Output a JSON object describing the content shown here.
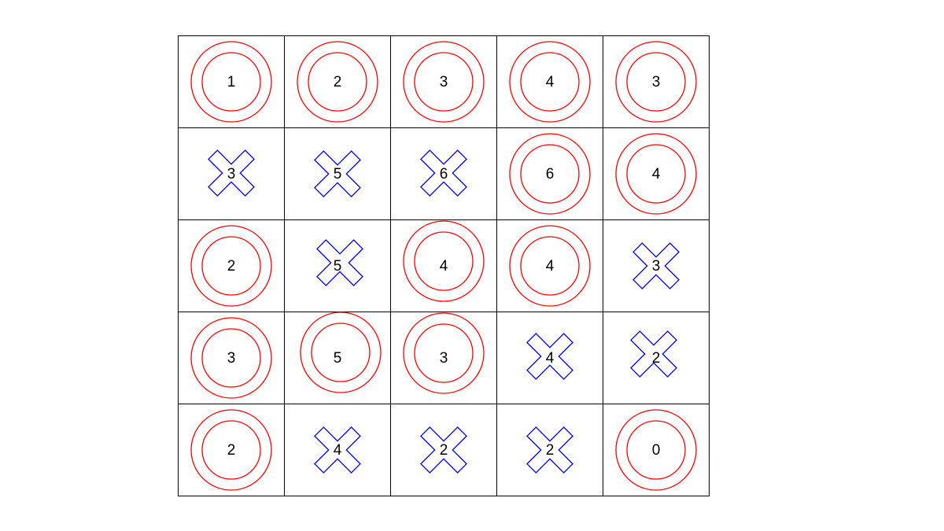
{
  "board": {
    "rows": 5,
    "cols": 5,
    "o_color": "#ff0000",
    "x_color": "#0000ff",
    "line_color": "#000000",
    "cells": [
      [
        {
          "mark": "O",
          "value": "1"
        },
        {
          "mark": "O",
          "value": "2"
        },
        {
          "mark": "O",
          "value": "3"
        },
        {
          "mark": "O",
          "value": "4"
        },
        {
          "mark": "O",
          "value": "3"
        }
      ],
      [
        {
          "mark": "X",
          "value": "3"
        },
        {
          "mark": "X",
          "value": "5"
        },
        {
          "mark": "X",
          "value": "6"
        },
        {
          "mark": "O",
          "value": "6"
        },
        {
          "mark": "O",
          "value": "4"
        }
      ],
      [
        {
          "mark": "O",
          "value": "2"
        },
        {
          "mark": "X",
          "value": "5"
        },
        {
          "mark": "O",
          "value": "4"
        },
        {
          "mark": "O",
          "value": "4"
        },
        {
          "mark": "X",
          "value": "3"
        }
      ],
      [
        {
          "mark": "O",
          "value": "3"
        },
        {
          "mark": "O",
          "value": "5"
        },
        {
          "mark": "O",
          "value": "3"
        },
        {
          "mark": "X",
          "value": "4"
        },
        {
          "mark": "X",
          "value": "2"
        }
      ],
      [
        {
          "mark": "O",
          "value": "2"
        },
        {
          "mark": "X",
          "value": "4"
        },
        {
          "mark": "X",
          "value": "2"
        },
        {
          "mark": "X",
          "value": "2"
        },
        {
          "mark": "O",
          "value": "0"
        }
      ]
    ]
  }
}
